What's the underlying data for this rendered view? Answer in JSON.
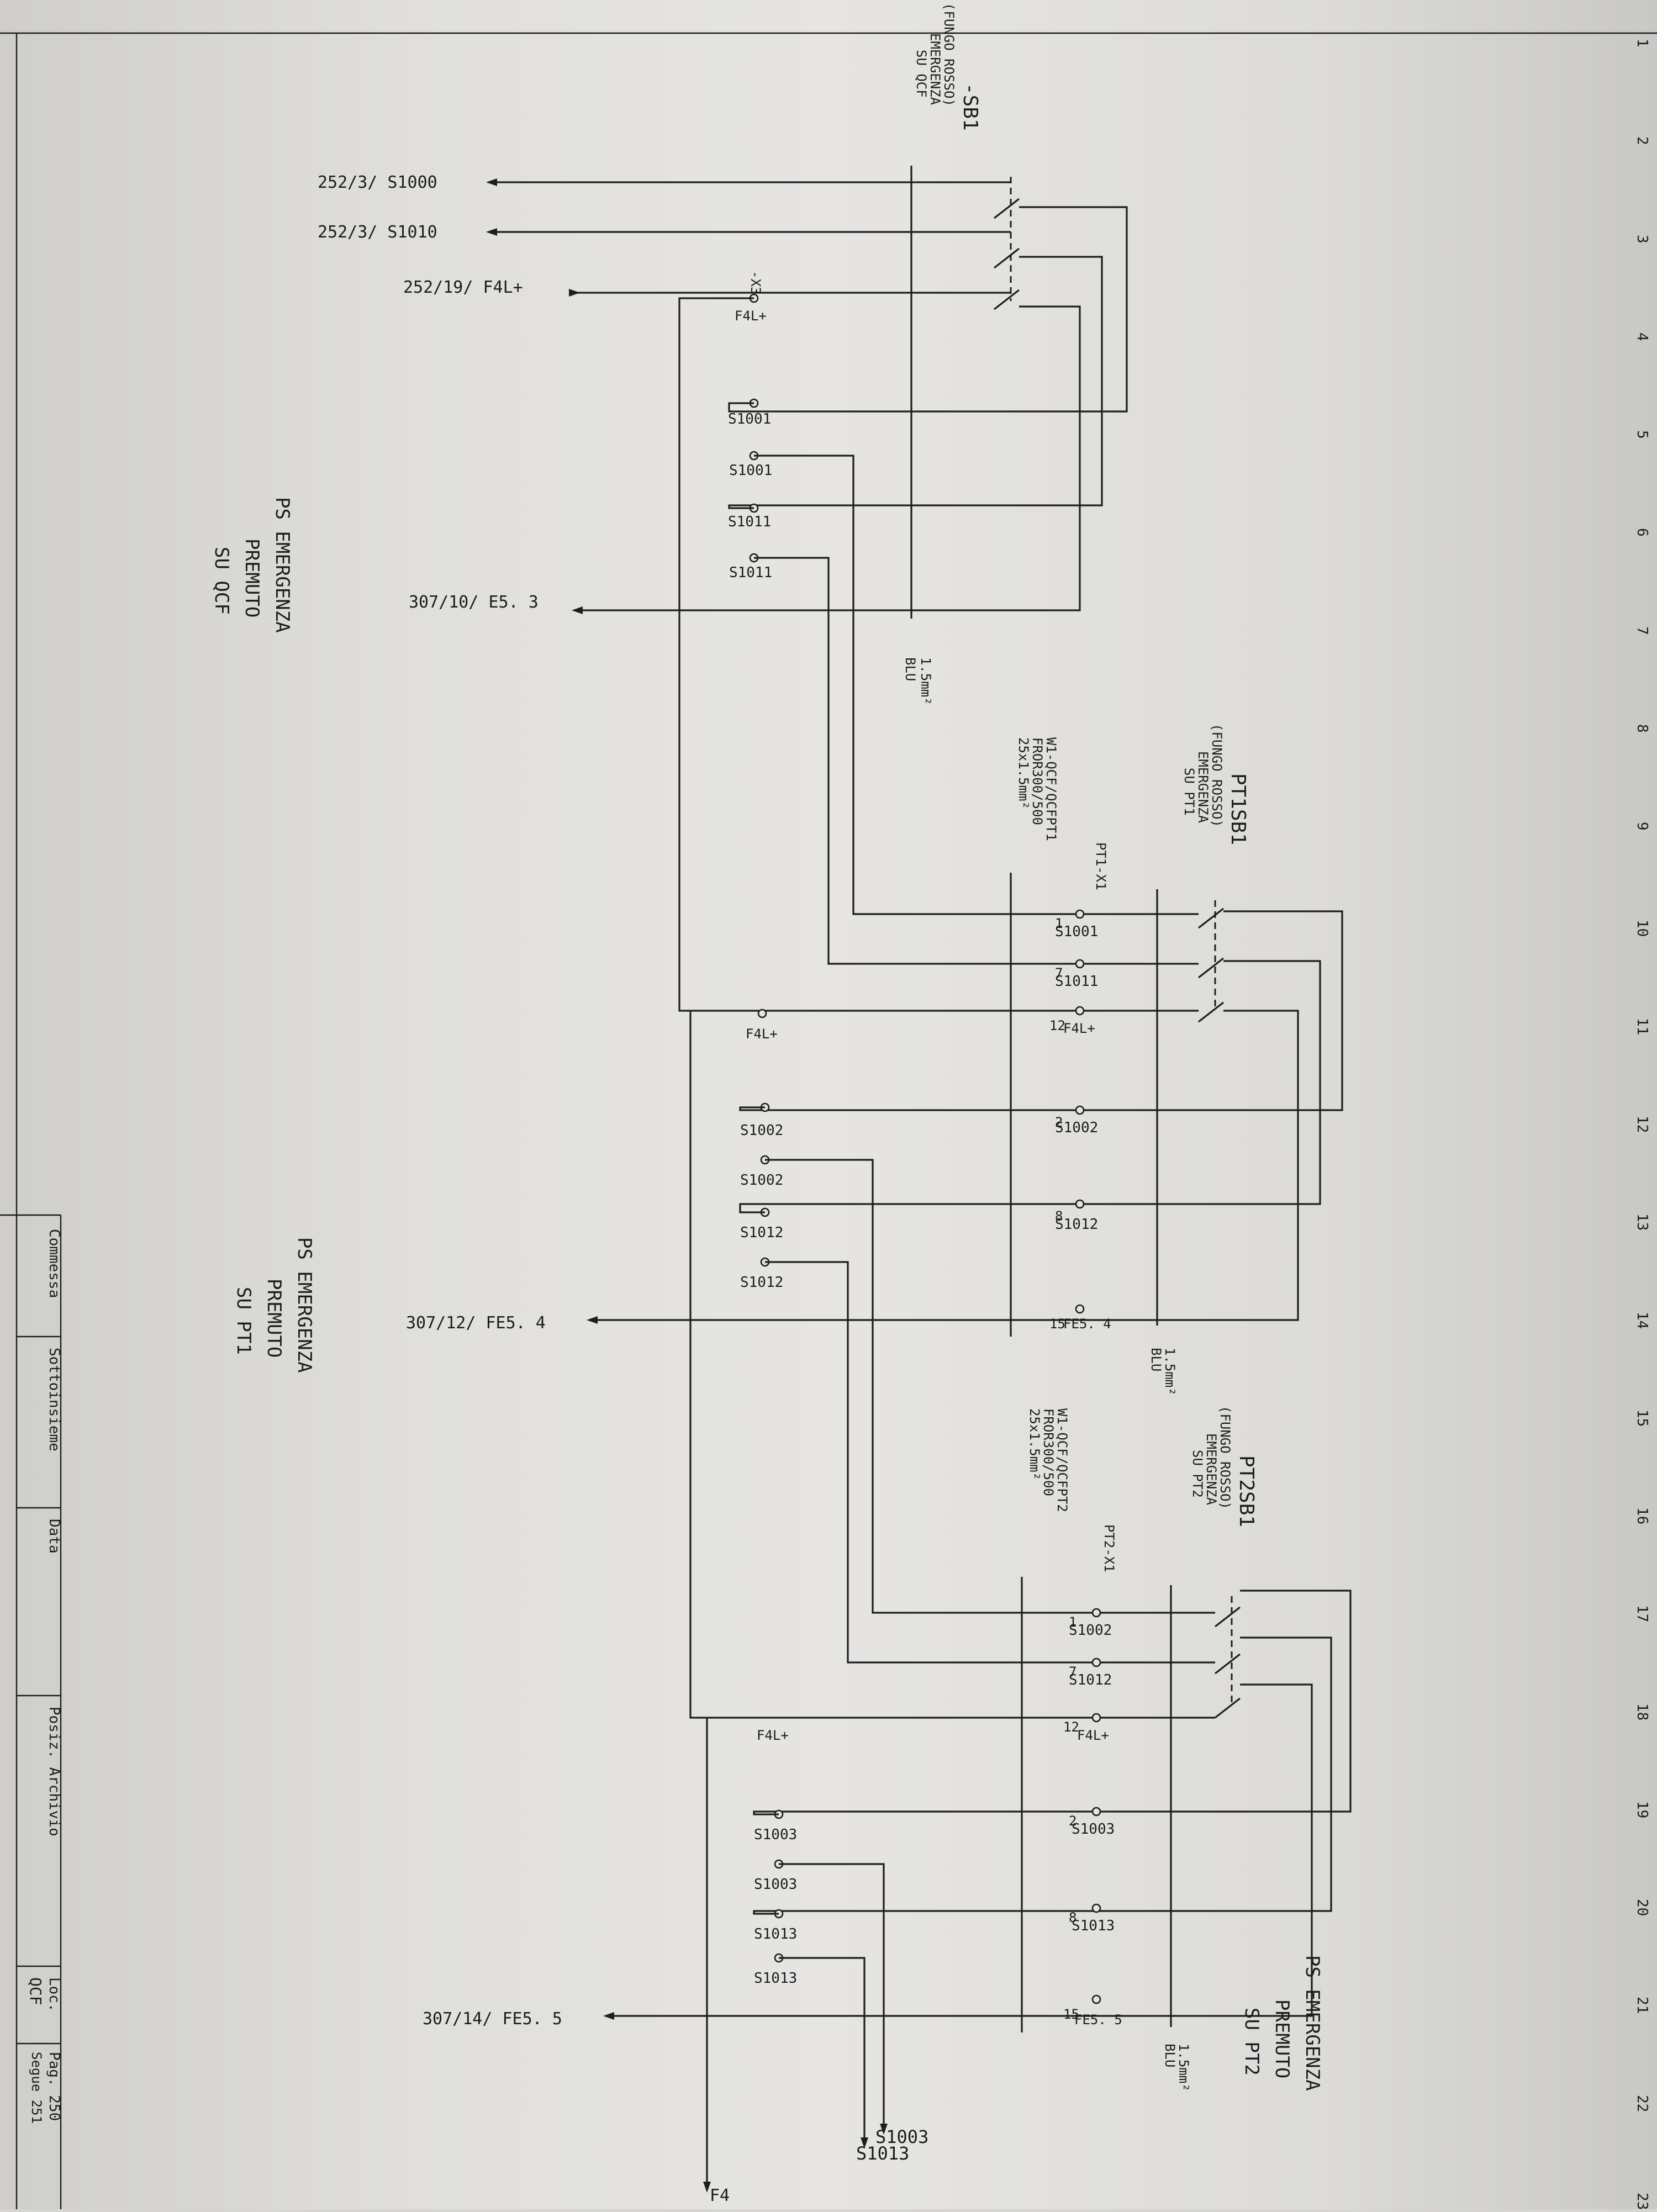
{
  "ruler": [
    "1",
    "2",
    "3",
    "4",
    "5",
    "6",
    "7",
    "8",
    "9",
    "10",
    "11",
    "12",
    "13",
    "14",
    "15",
    "16",
    "17",
    "18",
    "19",
    "20",
    "21",
    "22",
    "23"
  ],
  "labels": {
    "sb1": "-SB1",
    "sb1_desc_1": "(FUNGO ROSSO)",
    "sb1_desc_2": "EMERGENZA",
    "sb1_desc_3": "SU QCF",
    "pt1": "PT1SB1",
    "pt1_desc_3": "SU PT1",
    "pt2": "PT2SB1",
    "pt2_desc_3": "SU PT2",
    "ref_s1000": "252/3/ S1000",
    "ref_s1010": "252/3/ S1010",
    "ref_f4l": "252/19/ F4L+",
    "ref_e53": "307/10/ E5. 3",
    "ref_fe54": "307/12/ FE5. 4",
    "ref_fe55": "307/14/ FE5. 5",
    "x3": "-X3",
    "f4l_term": "F4L+",
    "fe54_term": "FE5. 4",
    "fe55_term": "FE5. 5",
    "s1001": "S1001",
    "s1011": "S1011",
    "s1002": "S1002",
    "s1012": "S1012",
    "s1003": "S1003",
    "s1013": "S1013",
    "pt1_x1": "PT1-X1",
    "pt2_x1": "PT2-X1",
    "cable_pt1_1": "W1-QCF/QCFPT1",
    "cable_pt2_1": "W1-QCF/QCFPT2",
    "cable_type": "FROR300/500",
    "cable_cores": "25x1.5mm²",
    "cable_size": "1.5mm²",
    "cable_color": "BLU",
    "n1": "1",
    "n2": "2",
    "n7": "7",
    "n8": "8",
    "n12": "12",
    "n15": "15",
    "ps_line_1": "PS EMERGENZA",
    "ps_line_2": "PREMUTO",
    "ps_line_3_qcf": "SU QCF",
    "ps_line_3_pt1": "SU PT1",
    "ps_line_3_pt2": "SU PT2",
    "out_s1003": "S1003",
    "out_s1013": "S1013",
    "out_f4": "F4"
  },
  "title_block": {
    "commessa": "Commessa",
    "sottoinsieme": "Sottoinsieme",
    "data": "Data",
    "posiz_archivio": "Posiz. Archivio",
    "loc": "Loc.",
    "pag": "Pag. 250",
    "loc_value": "QCF",
    "segue": "Segue 251"
  }
}
